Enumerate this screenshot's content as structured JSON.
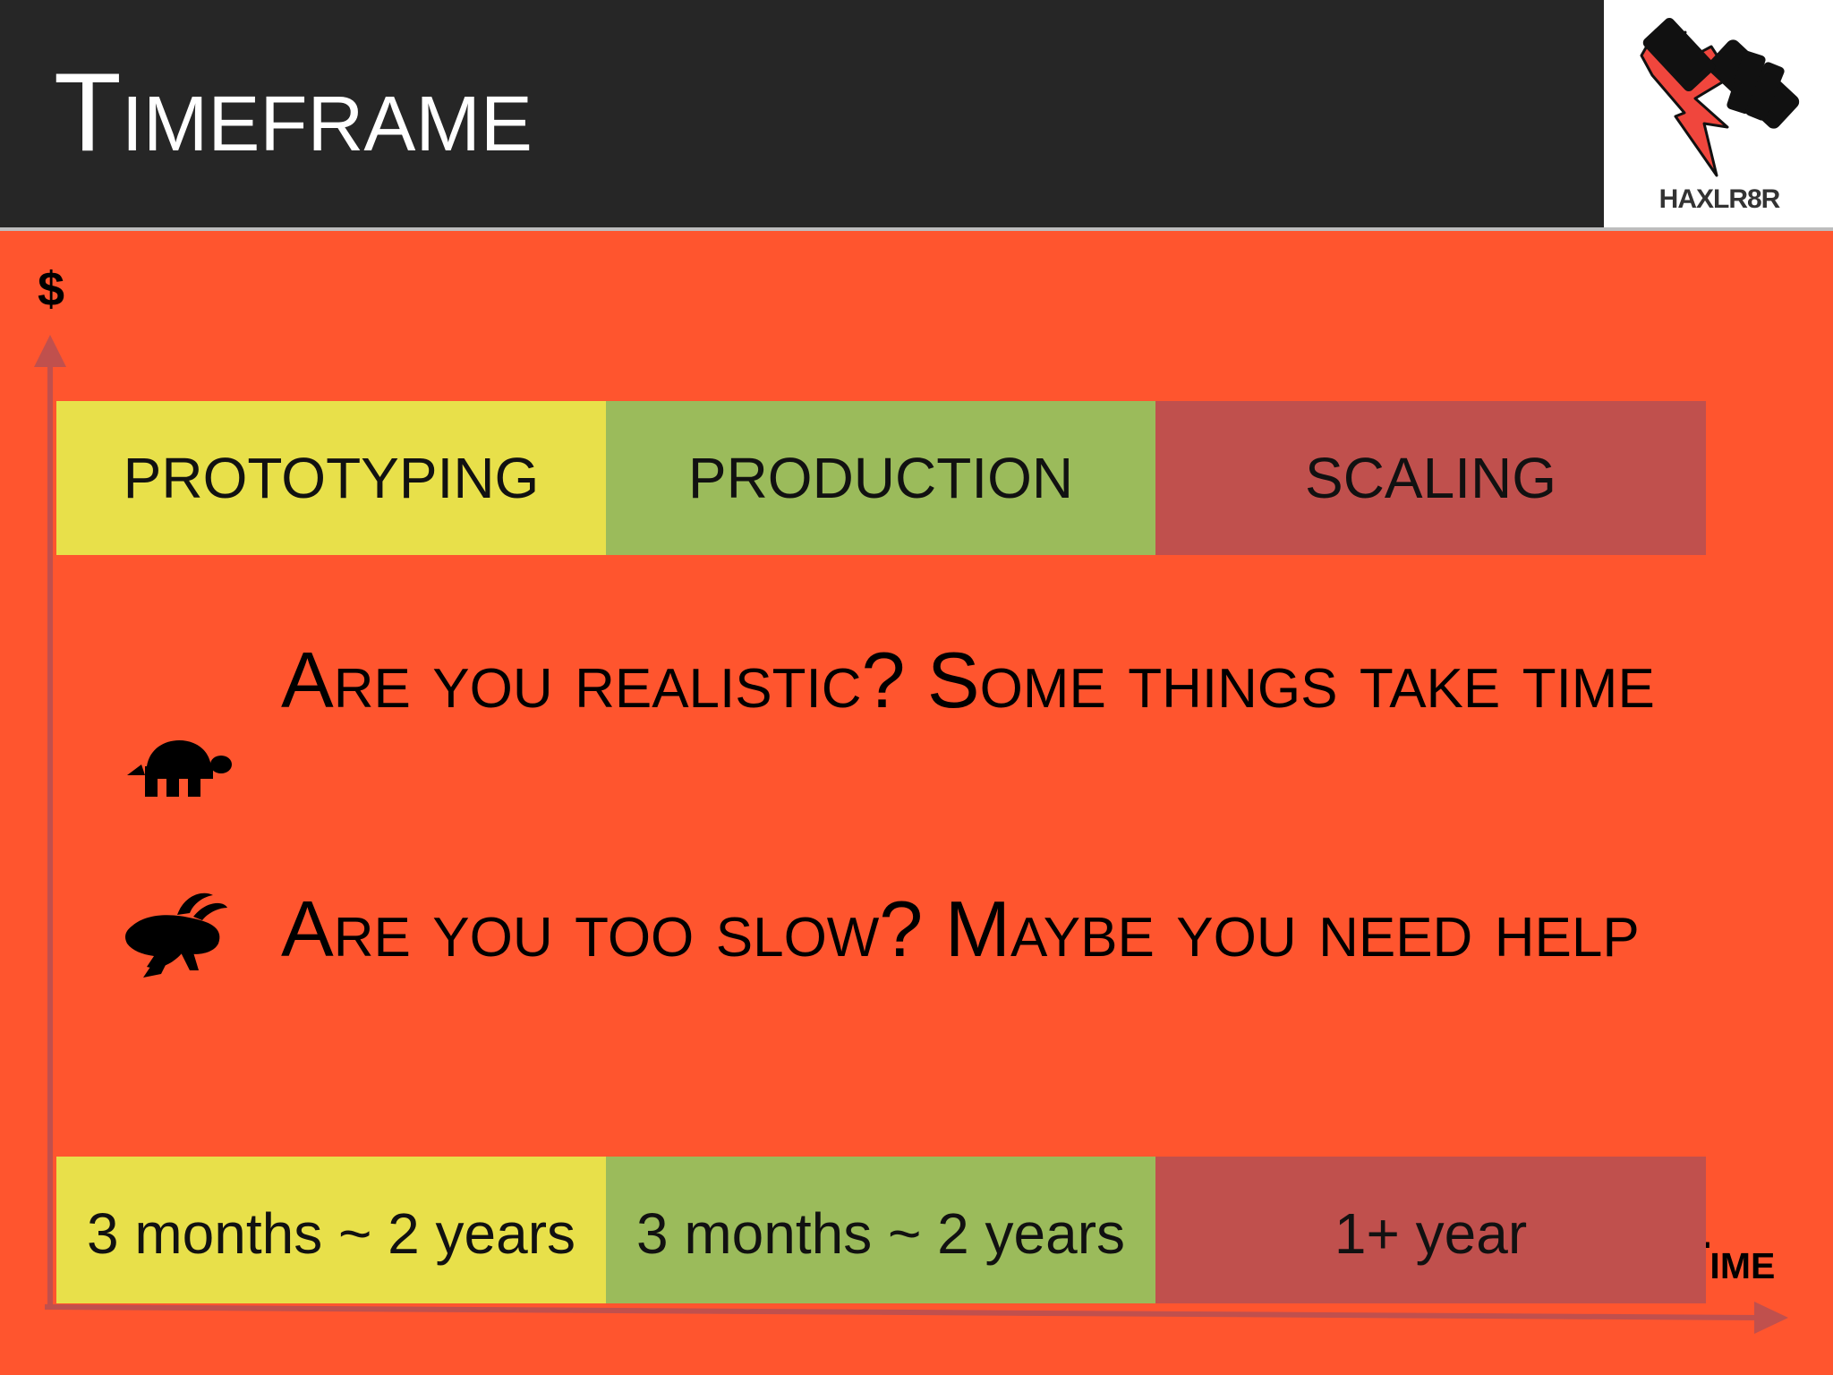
{
  "slide": {
    "title": "Timeframe"
  },
  "logo": {
    "text": "HAXLR8R"
  },
  "axes": {
    "y_label": "$",
    "x_label": "Time"
  },
  "phases": [
    {
      "label": "PROTOTYPING",
      "duration": "3 months ~ 2 years",
      "color": "#e8e04a"
    },
    {
      "label": "PRODUCTION",
      "duration": "3 months ~ 2 years",
      "color": "#9bbb5b"
    },
    {
      "label": "SCALING",
      "duration": "1+ year",
      "color": "#c0504d"
    }
  ],
  "bullets": [
    {
      "icon": "turtle-icon",
      "text": "Are you realistic? Some things take time"
    },
    {
      "icon": "rabbit-icon",
      "text": "Are you too slow? Maybe you need help"
    }
  ],
  "colors": {
    "background": "#ff552e",
    "header": "#262626",
    "axis": "#c0504d"
  }
}
